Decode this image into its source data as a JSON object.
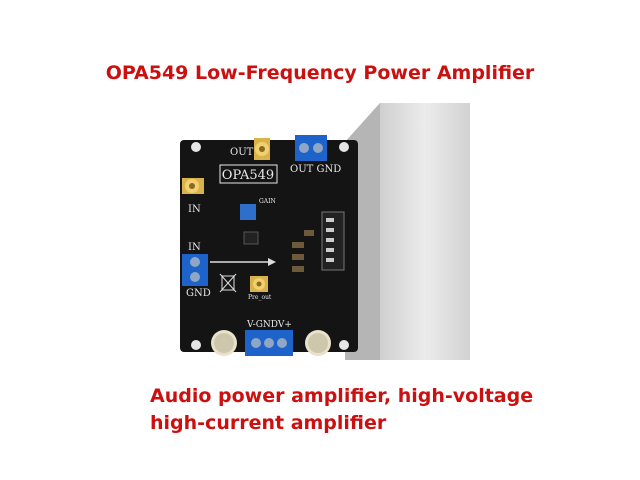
{
  "title": "OPA549 Low-Frequency Power Amplifier",
  "subtitle_line1": "Audio power amplifier, high-voltage",
  "subtitle_line2": "high-current amplifier",
  "board": {
    "chip_label": "OPA549",
    "out_label": "OUT",
    "in_label_top": "IN",
    "in_label_left": "IN",
    "gnd_label_left": "GND",
    "out_gnd_label": "OUT GND",
    "gain_label": "GAIN",
    "pre_out_label": "Pre_out",
    "power_label": "V-GNDV+"
  },
  "colors": {
    "text_red": "#cc1010",
    "pcb": "#141414",
    "terminal_blue": "#1d63c9",
    "gold": "#d9b24a",
    "heatsink": "#d8d8d8"
  }
}
